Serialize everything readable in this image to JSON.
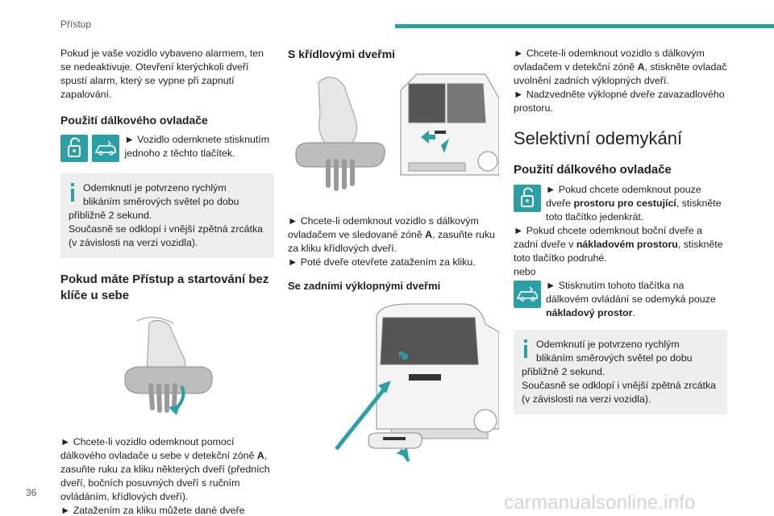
{
  "header": {
    "section": "Přístup"
  },
  "footer": {
    "page_number": "36",
    "watermark": "carmanualsonline.info"
  },
  "colors": {
    "accent": "#2a9fa5",
    "note_bg": "#eeeeee"
  },
  "col1": {
    "intro": "Pokud je vaše vozidlo vybaveno alarmem, ten se nedeaktivuje. Otevření kterýchkoli dveří spustí alarm, který se vypne při zapnutí zapalování.",
    "heading_remote": "Použití dálkového ovladače",
    "remote_text": "► Vozidlo odemknete stisknutím jednoho z těchto tlačítek.",
    "note_line1": "Odemknutí je potvrzeno rychlým blikáním směrových světel po dobu přibližně 2 sekund.",
    "note_line2": "Současně se odklopí i vnější zpětná zrcátka (v závislosti na verzi vozidla).",
    "heading_keyless": "Pokud máte Přístup a startování bez klíče u sebe",
    "keyless_text1a": "► Chcete-li vozidlo odemknout pomocí dálkového ovladače u sebe v detekční zóně ",
    "keyless_zone": "A",
    "keyless_text1b": ", zasuňte ruku za kliku některých dveří (předních dveří, bočních posuvných dveří s ručním ovládáním, křídlových dveří).",
    "keyless_text2": "► Zatažením za kliku můžete dané dveře otevřít."
  },
  "col2": {
    "heading_wing": "S křídlovými dveřmi",
    "wing_text1a": "► Chcete-li odemknout vozidlo s dálkovým ovladačem ve sledované zóně ",
    "wing_zone": "A",
    "wing_text1b": ", zasuňte ruku za kliku křídlových dveří.",
    "wing_text2": "► Poté dveře otevřete zatažením za kliku.",
    "heading_tailgate": "Se zadními výklopnými dveřmi"
  },
  "col3": {
    "tailgate_text1a": "► Chcete-li odemknout vozidlo s dálkovým ovladačem v detekční zóně ",
    "tailgate_zone": "A",
    "tailgate_text1b": ", stiskněte ovladač uvolnění zadních výklopných dveří.",
    "tailgate_text2": "► Nadzvedněte výklopné dveře zavazadlového prostoru.",
    "heading_selective": "Selektivní odemykání",
    "heading_remote2": "Použití dálkového ovladače",
    "sel_text1a": "► Pokud chcete odemknout pouze dveře ",
    "sel_text1b": "prostoru pro cestující",
    "sel_text1c": ", stiskněte toto tlačítko jedenkrát.",
    "sel_text2a": "► Pokud chcete odemknout boční dveře a zadní dveře v ",
    "sel_text2b": "nákladovém prostoru",
    "sel_text2c": ", stiskněte toto tlačítko podruhé.",
    "sel_or": "nebo",
    "sel_text3a": "► Stisknutím tohoto tlačítka na dálkovém ovládání se odemyká pouze ",
    "sel_text3b": "nákladový prostor",
    "sel_text3c": ".",
    "note_line1": "Odemknutí je potvrzeno rychlým blikáním směrových světel po dobu přibližně 2 sekund.",
    "note_line2": "Současně se odklopí i vnější zpětná zrcátka (v závislosti na verzi vozidla)."
  },
  "icons": {
    "unlock": "unlock-padlock-icon",
    "van_unlock": "van-unlock-icon",
    "info": "info-icon"
  }
}
